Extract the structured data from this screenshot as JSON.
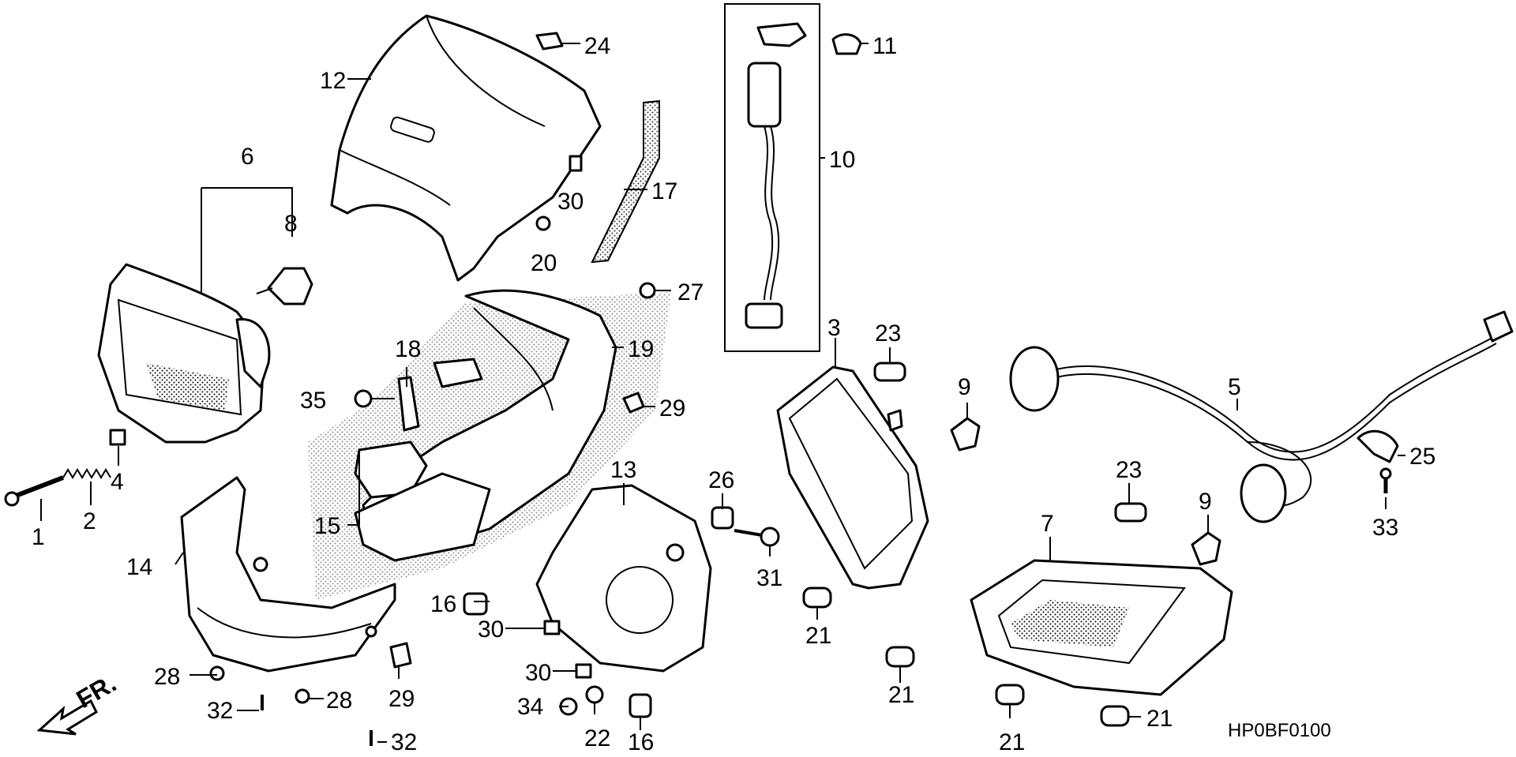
{
  "diagram": {
    "code": "HP0BF0100",
    "front_marker": "FR.",
    "callouts": [
      {
        "id": "c1",
        "text": "1"
      },
      {
        "id": "c2",
        "text": "2"
      },
      {
        "id": "c3",
        "text": "3"
      },
      {
        "id": "c4",
        "text": "4"
      },
      {
        "id": "c5",
        "text": "5"
      },
      {
        "id": "c6",
        "text": "6"
      },
      {
        "id": "c7",
        "text": "7"
      },
      {
        "id": "c8",
        "text": "8"
      },
      {
        "id": "c9a",
        "text": "9"
      },
      {
        "id": "c9b",
        "text": "9"
      },
      {
        "id": "c10",
        "text": "10"
      },
      {
        "id": "c11",
        "text": "11"
      },
      {
        "id": "c12",
        "text": "12"
      },
      {
        "id": "c13",
        "text": "13"
      },
      {
        "id": "c14",
        "text": "14"
      },
      {
        "id": "c15",
        "text": "15"
      },
      {
        "id": "c16a",
        "text": "16"
      },
      {
        "id": "c16b",
        "text": "16"
      },
      {
        "id": "c17",
        "text": "17"
      },
      {
        "id": "c18",
        "text": "18"
      },
      {
        "id": "c19",
        "text": "19"
      },
      {
        "id": "c20",
        "text": "20"
      },
      {
        "id": "c21a",
        "text": "21"
      },
      {
        "id": "c21b",
        "text": "21"
      },
      {
        "id": "c21c",
        "text": "21"
      },
      {
        "id": "c21d",
        "text": "21"
      },
      {
        "id": "c22",
        "text": "22"
      },
      {
        "id": "c23a",
        "text": "23"
      },
      {
        "id": "c23b",
        "text": "23"
      },
      {
        "id": "c24",
        "text": "24"
      },
      {
        "id": "c25",
        "text": "25"
      },
      {
        "id": "c26",
        "text": "26"
      },
      {
        "id": "c27",
        "text": "27"
      },
      {
        "id": "c28a",
        "text": "28"
      },
      {
        "id": "c28b",
        "text": "28"
      },
      {
        "id": "c29a",
        "text": "29"
      },
      {
        "id": "c29b",
        "text": "29"
      },
      {
        "id": "c30a",
        "text": "30"
      },
      {
        "id": "c30b",
        "text": "30"
      },
      {
        "id": "c30c",
        "text": "30"
      },
      {
        "id": "c31",
        "text": "31"
      },
      {
        "id": "c32a",
        "text": "32"
      },
      {
        "id": "c32b",
        "text": "32"
      },
      {
        "id": "c33",
        "text": "33"
      },
      {
        "id": "c34",
        "text": "34"
      },
      {
        "id": "c35",
        "text": "35"
      }
    ]
  }
}
